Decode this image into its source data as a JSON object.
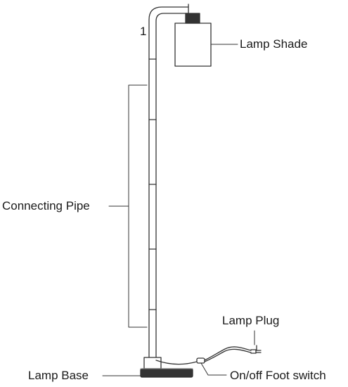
{
  "diagram": {
    "part_number": "1",
    "labels": {
      "lamp_shade": "Lamp Shade",
      "connecting_pipe": "Connecting Pipe",
      "lamp_plug": "Lamp Plug",
      "lamp_base": "Lamp Base",
      "foot_switch": "On/off Foot switch"
    }
  },
  "colors": {
    "line": "#333333",
    "background": "#ffffff"
  }
}
